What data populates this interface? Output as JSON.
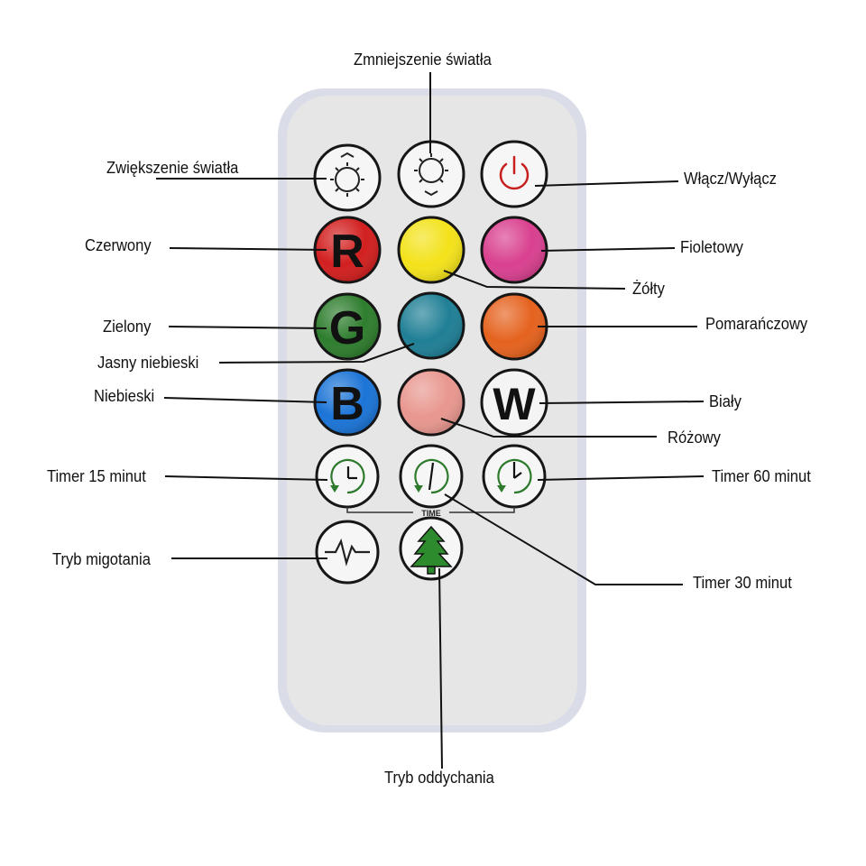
{
  "labels": {
    "brighten": "Zwiększenie światła",
    "dim": "Zmniejszenie światła",
    "power": "Włącz/Wyłącz",
    "red": "Czerwony",
    "purple": "Fioletowy",
    "yellow": "Żółty",
    "green": "Zielony",
    "orange": "Pomarańczowy",
    "light_blue": "Jasny niebieski",
    "blue": "Niebieski",
    "white": "Biały",
    "pink": "Różowy",
    "timer15": "Timer 15 minut",
    "timer60": "Timer 60 minut",
    "timer30": "Timer 30 minut",
    "flicker": "Tryb migotania",
    "breathe": "Tryb oddychania"
  },
  "buttons": {
    "red_letter": "R",
    "green_letter": "G",
    "blue_letter": "B",
    "white_letter": "W",
    "time_caption": "TIME"
  },
  "colors": {
    "red": "#d21f1f",
    "yellow": "#f3e21a",
    "purple": "#d9408f",
    "green": "#2e7d2e",
    "teal": "#1f7f95",
    "orange": "#e5621e",
    "blue": "#1b74d6",
    "pink": "#e8978f",
    "white": "#f4f4f4",
    "icon_green": "#2d7a2d",
    "power_red": "#c81e1e",
    "remote_body": "#e6e6e6"
  }
}
